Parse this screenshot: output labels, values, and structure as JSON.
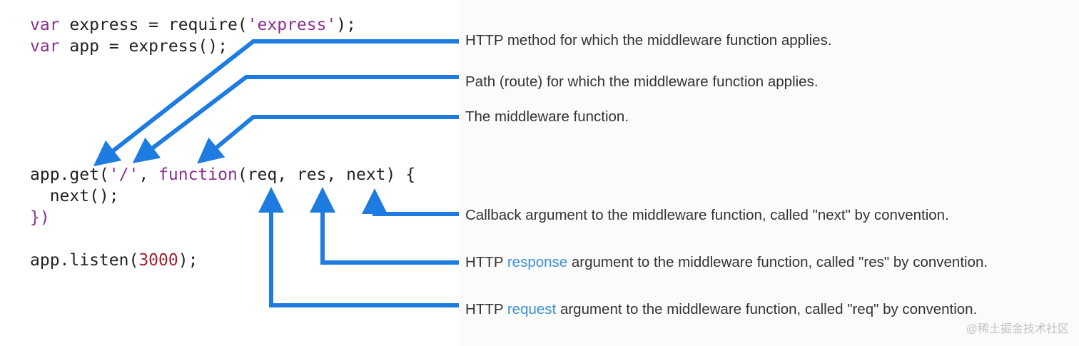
{
  "code": {
    "line1": {
      "kw": "var",
      "rest": " express = require(",
      "str": "'express'",
      "end": ");"
    },
    "line2": {
      "kw": "var",
      "rest": " app = express();"
    },
    "line3": {
      "a": "app.get(",
      "str": "'/'",
      "b": ", ",
      "kw": "function",
      "c": "(req, res, next) {"
    },
    "line4": {
      "text": "  next();"
    },
    "line5": {
      "text": "})"
    },
    "line6": {
      "a": "app.listen(",
      "num": "3000",
      "b": ");"
    }
  },
  "annotations": {
    "method": "HTTP method for which the middleware function applies.",
    "path": "Path (route) for which the middleware function applies.",
    "function": "The middleware function.",
    "next": "Callback argument to the middleware function, called \"next\" by convention.",
    "response": {
      "pre": "HTTP ",
      "link": "response",
      "post": " argument to the middleware function, called \"res\" by convention."
    },
    "request": {
      "pre": "HTTP ",
      "link": "request",
      "post": " argument to the middleware function, called \"req\" by convention."
    }
  },
  "watermark": "@稀土掘金技术社区",
  "colors": {
    "arrow": "#1e7be0",
    "keyword": "#8a2f8f",
    "number": "#a3202e",
    "link": "#3c8fd6"
  }
}
